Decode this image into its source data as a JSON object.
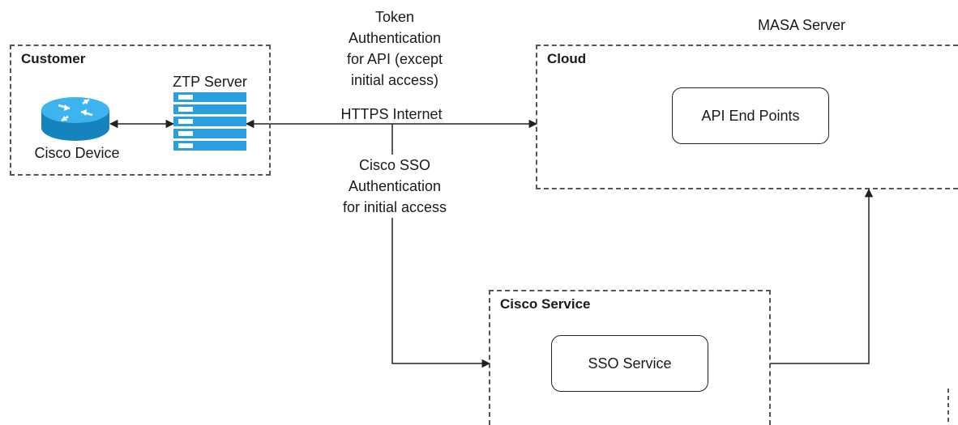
{
  "customer": {
    "title": "Customer",
    "device_label": "Cisco Device",
    "server_label": "ZTP Server"
  },
  "token_note": [
    "Token",
    "Authentication",
    "for API (except",
    "initial access)"
  ],
  "https_label": "HTTPS Internet",
  "sso_note": [
    "Cisco SSO",
    "Authentication",
    "for initial access"
  ],
  "masa": {
    "label": "MASA Server",
    "cloud_title": "Cloud",
    "api_label": "API End Points"
  },
  "cisco_service": {
    "title": "Cisco Service",
    "sso_label": "SSO Service"
  },
  "colors": {
    "device_blue": "#1ea0dc",
    "server_blue": "#2a9fe0",
    "line": "#222222"
  }
}
